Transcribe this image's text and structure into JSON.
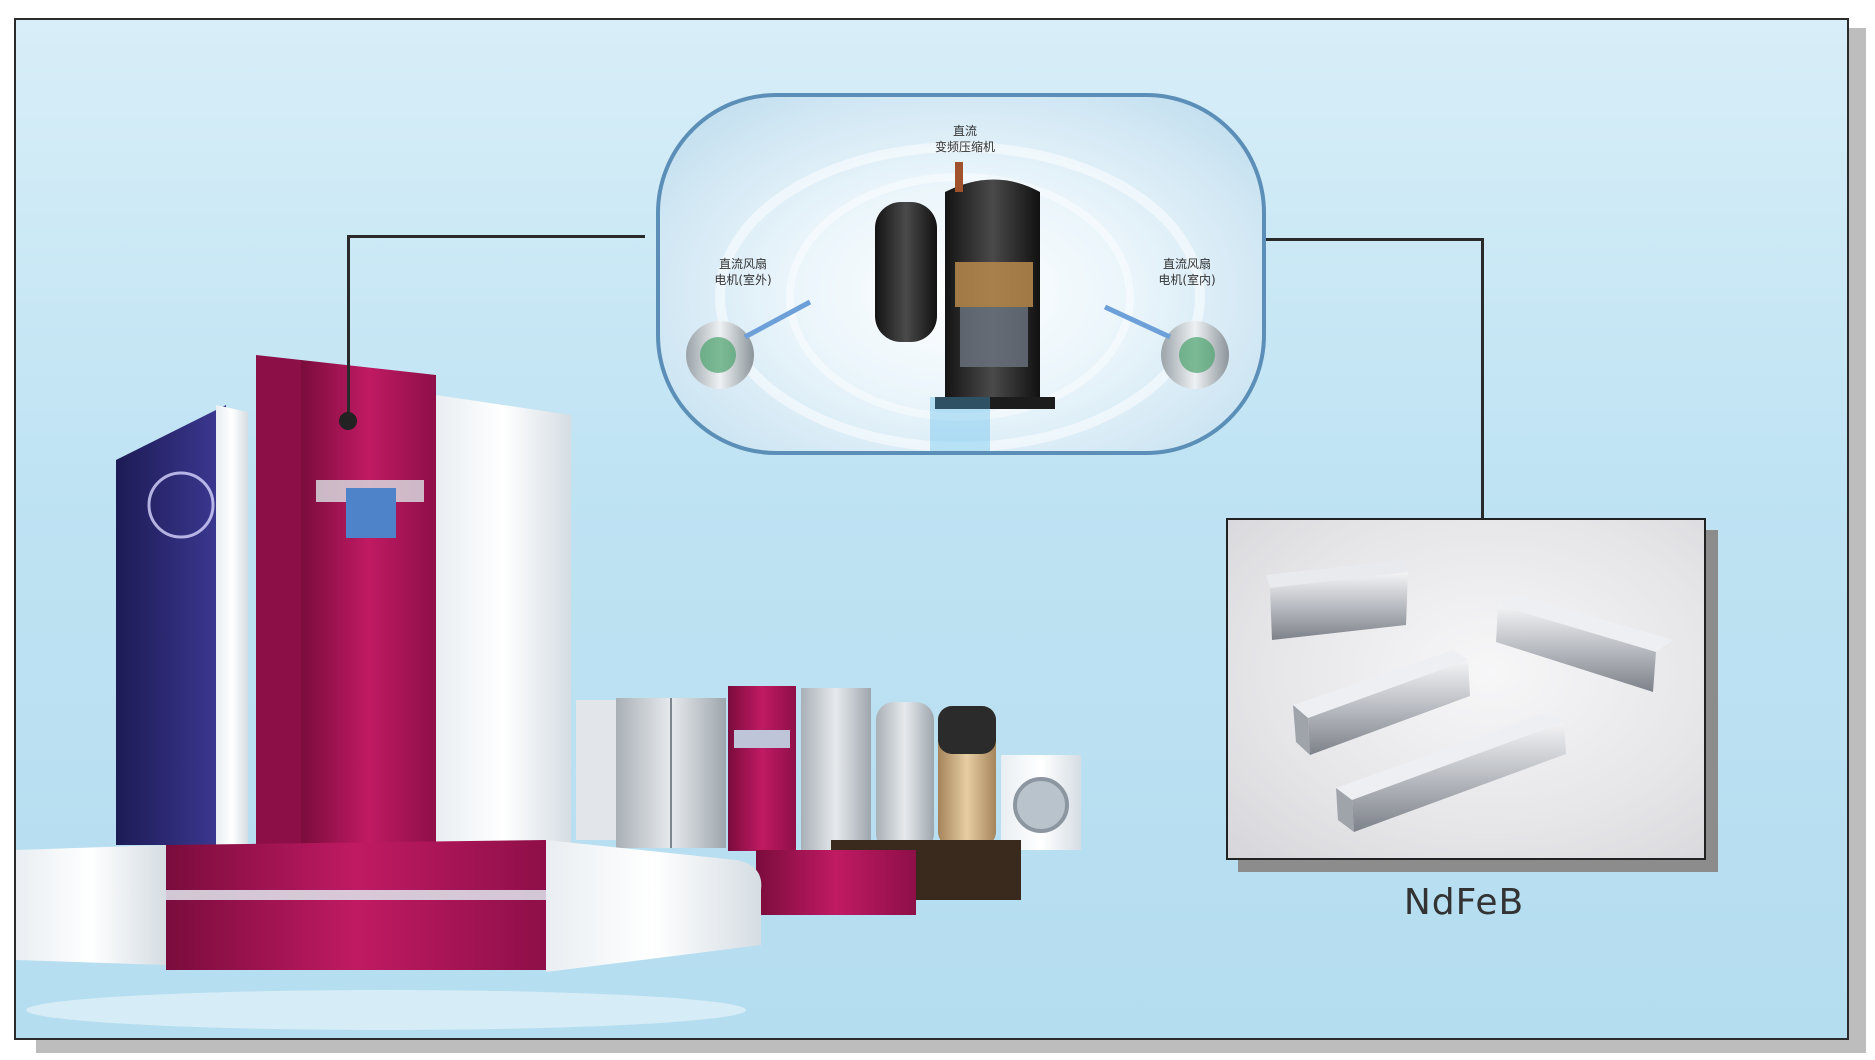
{
  "diagram": {
    "compressor_label": "直流\n变频压缩机",
    "fan_outdoor_label": "直流风扇\n电机(室外)",
    "fan_indoor_label": "直流风扇\n电机(室内)",
    "magnet_label": "NdFeB"
  },
  "colors": {
    "background": "#c4e5f4",
    "bubble_border": "#5b8fb8",
    "connector": "#2a2a2a",
    "appliance_magenta": "#b0145a",
    "appliance_navy": "#2c2a78"
  }
}
